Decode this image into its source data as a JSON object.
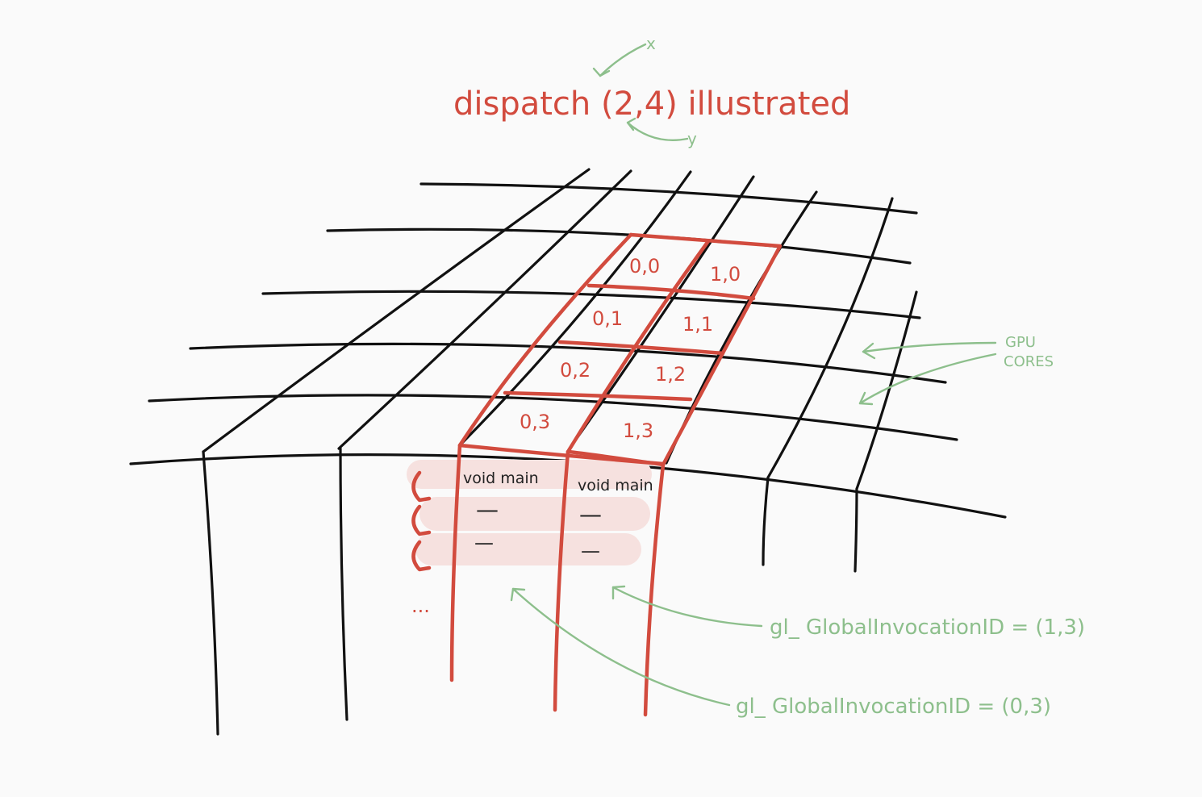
{
  "title": "dispatch (2,4) illustrated",
  "axis_hints": {
    "x": "x",
    "y": "y"
  },
  "workgroups": [
    {
      "id": "0,0",
      "label": "0,0"
    },
    {
      "id": "1,0",
      "label": "1,0"
    },
    {
      "id": "0,1",
      "label": "0,1"
    },
    {
      "id": "1,1",
      "label": "1,1"
    },
    {
      "id": "0,2",
      "label": "0,2"
    },
    {
      "id": "1,2",
      "label": "1,2"
    },
    {
      "id": "0,3",
      "label": "0,3"
    },
    {
      "id": "1,3",
      "label": "1,3"
    }
  ],
  "code_columns": [
    {
      "header": "void main",
      "line1": "—",
      "line2": "—"
    },
    {
      "header": "void main",
      "line1": "—",
      "line2": "—"
    }
  ],
  "loop_ellipsis": "...",
  "annotations": {
    "gpu_cores": [
      "GPU",
      "CORES"
    ],
    "invocation_1_3": "gl_ GlobalInvocationID = (1,3)",
    "invocation_0_3": "gl_ GlobalInvocationID = (0,3)"
  },
  "colors": {
    "background": "#fafafa",
    "grid": "#111111",
    "highlight": "#d24b3e",
    "annotation": "#8dbf8c",
    "code_band": "#f6e1df"
  }
}
